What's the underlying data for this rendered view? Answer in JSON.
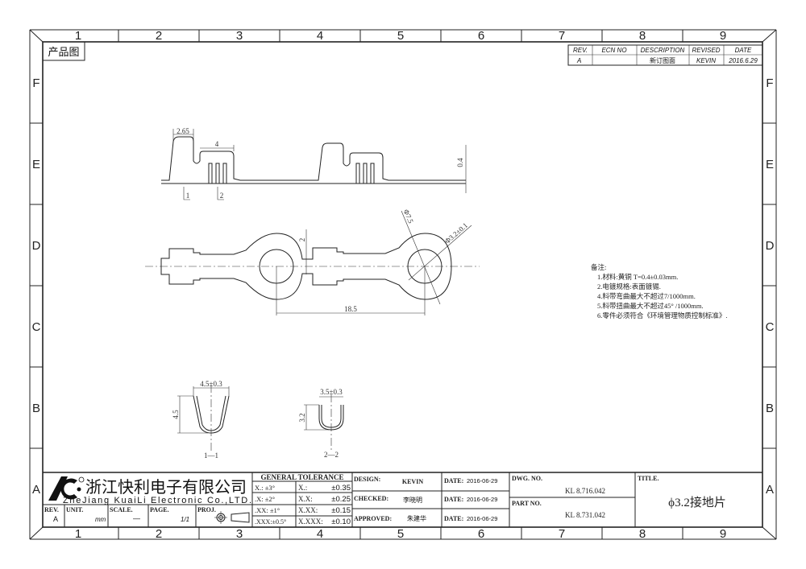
{
  "zones": {
    "columns": [
      "1",
      "2",
      "3",
      "4",
      "5",
      "6",
      "7",
      "8",
      "9"
    ],
    "rows": [
      "F",
      "E",
      "D",
      "C",
      "B",
      "A"
    ]
  },
  "drawing_label": "产品图",
  "revision_table": {
    "headers": [
      "REV.",
      "ECN NO",
      "DESCRIPTION",
      "REVISED",
      "DATE"
    ],
    "rows": [
      [
        "A",
        "",
        "新订图面",
        "KEVIN",
        "2016.6.29"
      ]
    ]
  },
  "dimensions": {
    "top_view": [
      "2.65",
      "4",
      "0.4"
    ],
    "section_marks": [
      "1",
      "2"
    ],
    "plan_view": [
      "Φ7.5",
      "Φ3.2±0.1",
      "2",
      "18.5"
    ],
    "section_1": {
      "width": "4.5±0.3",
      "height": "4.5",
      "label": "1—1"
    },
    "section_2": {
      "width": "3.5±0.3",
      "height": "3.2",
      "label": "2—2"
    }
  },
  "notes": {
    "title": "备注:",
    "items": [
      "1.材料:黄铜 T=0.4±0.03mm.",
      "2.电镀规格:表面镀锡.",
      "4.料带弯曲最大不超过7/1000mm.",
      "5.料带扭曲最大不超过45° /1000mm.",
      "6.零件必须符合《环境管理物质控制标准》."
    ]
  },
  "title_block": {
    "company_cn": "浙江快利电子有限公司",
    "company_en": "ZheJiang KuaiLi Electronic Co.,LTD.",
    "rev_label": "REV.",
    "rev": "A",
    "unit_label": "UNIT.",
    "unit": "mm",
    "scale_label": "SCALE.",
    "scale": "—",
    "page_label": "PAGE.",
    "page": "1/1",
    "proj_label": "PROJ.",
    "tolerance": {
      "title": "GENERAL TOLERANCE",
      "angular": [
        "X.: ±3°",
        ".X: ±2°",
        ".XX: ±1°",
        ".XXX:±0.5°"
      ],
      "linear_labels": [
        "X.:",
        "X.X:",
        "X.XX:",
        "X.XXX:"
      ],
      "linear_values": [
        "±0.35",
        "±0.25",
        "±0.15",
        "±0.10"
      ]
    },
    "design_label": "DESIGN:",
    "design": "KEVIN",
    "checked_label": "CHECKED:",
    "checked": "李晓明",
    "approved_label": "APPROVED:",
    "approved": "朱建华",
    "date_label": "DATE:",
    "dates": [
      "2016-06-29",
      "2016-06-29",
      "2016-06-29"
    ],
    "dwg_label": "DWG. NO.",
    "dwg_no": "KL 8.716.042",
    "part_label": "PART NO.",
    "part_no": "KL 8.731.042",
    "title_label": "TITLE.",
    "title": "ϕ3.2接地片"
  }
}
